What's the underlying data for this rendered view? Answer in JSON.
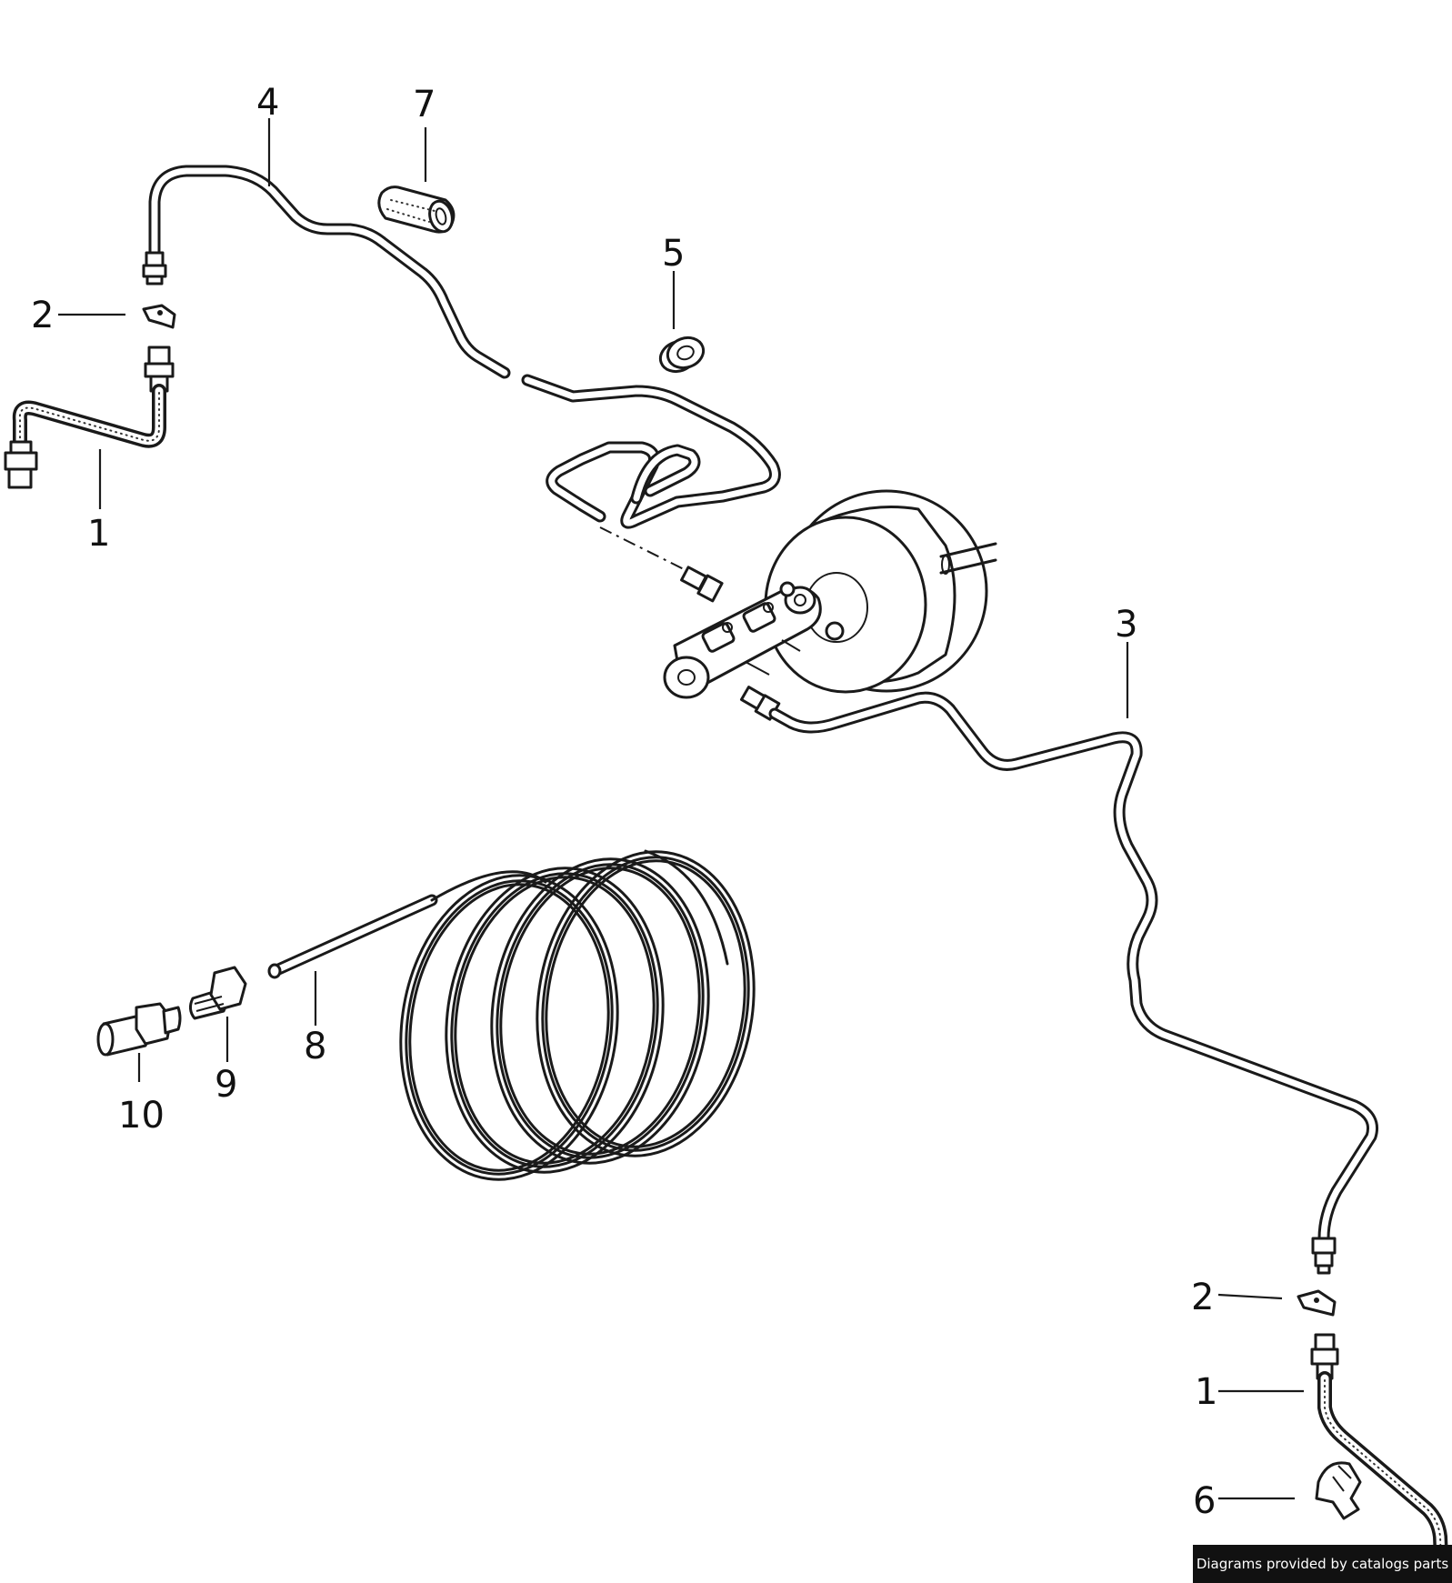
{
  "callouts": {
    "c1_top": "1",
    "c2_top": "2",
    "c3": "3",
    "c4": "4",
    "c5": "5",
    "c6": "6",
    "c7": "7",
    "c8": "8",
    "c9": "9",
    "c10": "10",
    "c2_bottom": "2",
    "c1_bottom": "1"
  },
  "footer": {
    "credit": "Diagrams provided by catalogs parts"
  }
}
